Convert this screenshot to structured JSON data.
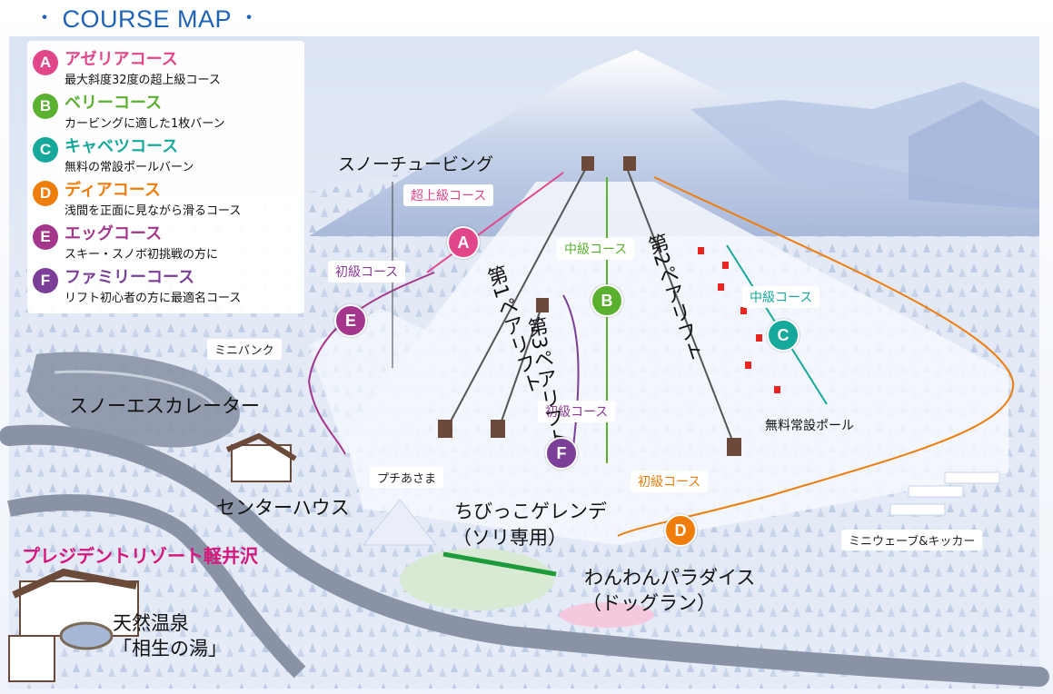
{
  "title": "COURSE MAP",
  "title_dot": "・",
  "legend": [
    {
      "letter": "A",
      "name": "アゼリアコース",
      "desc": "最大斜度32度の超上級コース",
      "color": "#e2468a"
    },
    {
      "letter": "B",
      "name": "ベリーコース",
      "desc": "カービングに適した1枚バーン",
      "color": "#5ab02f"
    },
    {
      "letter": "C",
      "name": "キャベツコース",
      "desc": "無料の常設ポールバーン",
      "color": "#16a99b"
    },
    {
      "letter": "D",
      "name": "ディアコース",
      "desc": "浅間を正面に見ながら滑るコース",
      "color": "#ef7d0c"
    },
    {
      "letter": "E",
      "name": "エッグコース",
      "desc": "スキー・スノボ初挑戦の方に",
      "color": "#a4378b"
    },
    {
      "letter": "F",
      "name": "ファミリーコース",
      "desc": "リフト初心者の方に最適名コース",
      "color": "#7b3f98"
    }
  ],
  "labels": {
    "snow_tubing": "スノーチュービング",
    "mini_bank": "ミニバンク",
    "snow_escalator": "スノーエスカレーター",
    "center_house": "センターハウス",
    "petit_asama": "プチあさま",
    "chibikko_1": "ちびっこゲレンデ",
    "chibikko_2": "（ソリ専用）",
    "wanwan_1": "わんわんパラダイス",
    "wanwan_2": "（ドッグラン）",
    "free_pole": "無料常設ポール",
    "mini_wave": "ミニウェーブ&キッカー",
    "resort": "プレジデントリゾート軽井沢",
    "onsen_1": "天然温泉",
    "onsen_2": "「相生の湯」"
  },
  "course_labels": {
    "a": "超上級コース",
    "e": "初級コース",
    "b": "中級コース",
    "c": "中級コース",
    "f": "初級コース",
    "d": "初級コース"
  },
  "lifts": {
    "lift1": "第1ペアリフト",
    "lift2": "第2ペアリフト",
    "lift3": "第3ペアリフト"
  },
  "colors": {
    "sky": "#ffffff",
    "mountain": "#c9d6ec",
    "snow": "#eef3fb",
    "road": "#8a93a6",
    "resort_pink": "#d6177e"
  }
}
